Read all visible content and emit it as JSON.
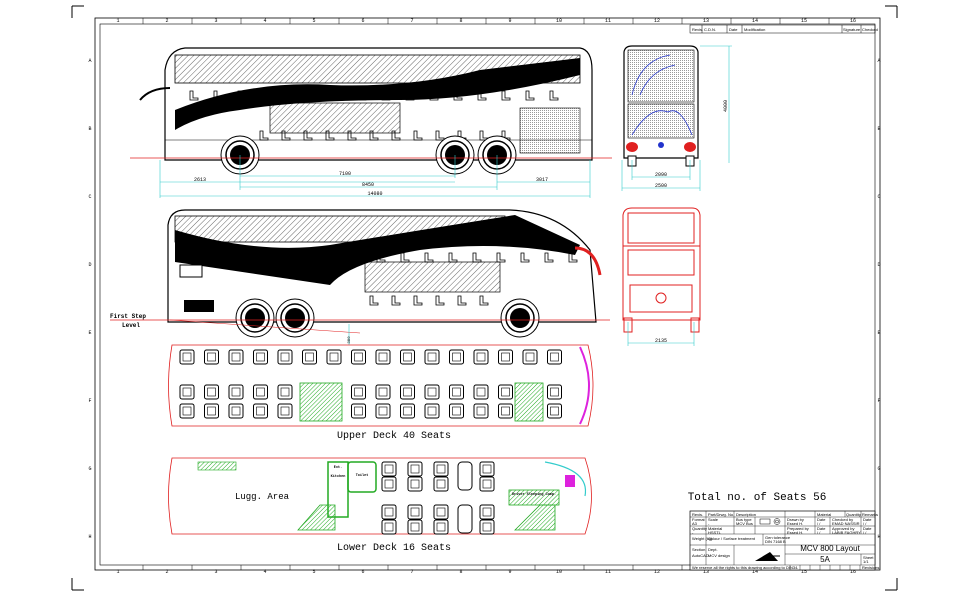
{
  "frame": {
    "columns": [
      "1",
      "2",
      "3",
      "4",
      "5",
      "6",
      "7",
      "8",
      "9",
      "10",
      "11",
      "12",
      "13",
      "14",
      "15",
      "16"
    ],
    "rows": [
      "A",
      "B",
      "C",
      "D",
      "E",
      "F",
      "G",
      "H"
    ]
  },
  "revision_table": {
    "headers": [
      "Revis.",
      "C.D.N.",
      "Date",
      "Modification",
      "Signature",
      "Checked"
    ]
  },
  "side_view_dimensions": {
    "front_overhang": "2613",
    "wheelbase": "7100",
    "axle_span": "8450",
    "rear_overhang": "3017",
    "overall_length": "14080"
  },
  "front_view_dimensions": {
    "height": "4000",
    "track": "2090",
    "width": "2500"
  },
  "rear_view_dimensions": {
    "track": "2135"
  },
  "step_label": {
    "line1": "First Step",
    "line2": "Level",
    "height": "380"
  },
  "upper_deck": {
    "title": "Upper Deck 40 Seats"
  },
  "lower_deck": {
    "title": "Lower Deck 16 Seats",
    "luggage": "Lugg. Area",
    "kitchen": [
      "Ext.",
      "Kitchen"
    ],
    "toilet": "Toilet",
    "driver_comp": "Driver Sleeping Comp."
  },
  "total_seats": "Total no. of Seats 56",
  "title_block": {
    "header": [
      "Revis.",
      "Part/Drwg. No.",
      "Description",
      "Material",
      "Quantity",
      "Remarks"
    ],
    "format_label": "Format",
    "format": "A3",
    "scale_label": "Scale",
    "scale": "-",
    "bus_type_label": "Bus type",
    "bus_type": "MCV Bus",
    "drawn_label": "Drawn by",
    "drawn": "Essed H.",
    "date_label": "Date",
    "date": "/ /",
    "checked_label": "Checked by",
    "checked": "EMAD NASSIR",
    "quantity_label": "Quantity",
    "quantity": "-",
    "material_label": "Material",
    "material": "HSSTL",
    "prepared_label": "Prepared by",
    "prepared": "Essed H.",
    "approved_label": "Approved by",
    "approved": "LABIB FAGHRY",
    "weight_label": "Weight (kg)",
    "colour_label": "Colour / Surface treatment",
    "tolerance_label": "Gen tolerance",
    "tolerance": "DIN 7168 B",
    "section_label": "Section",
    "section": "AutoCAD",
    "dept_label": "Dept.",
    "dept": "MCV design",
    "title": "MCV 800 Layout",
    "drawing_no": "5A",
    "sheet_label": "Sheet",
    "sheet": "1/1",
    "revisions": "Revisions",
    "rights": "We reserve all the rights to this drawing according to DIN34."
  },
  "colors": {
    "outline": "#000000",
    "dimension": "#33cccc",
    "red": "#e02020",
    "green": "#33cc33",
    "blue": "#2233cc",
    "magenta": "#dd22dd"
  }
}
